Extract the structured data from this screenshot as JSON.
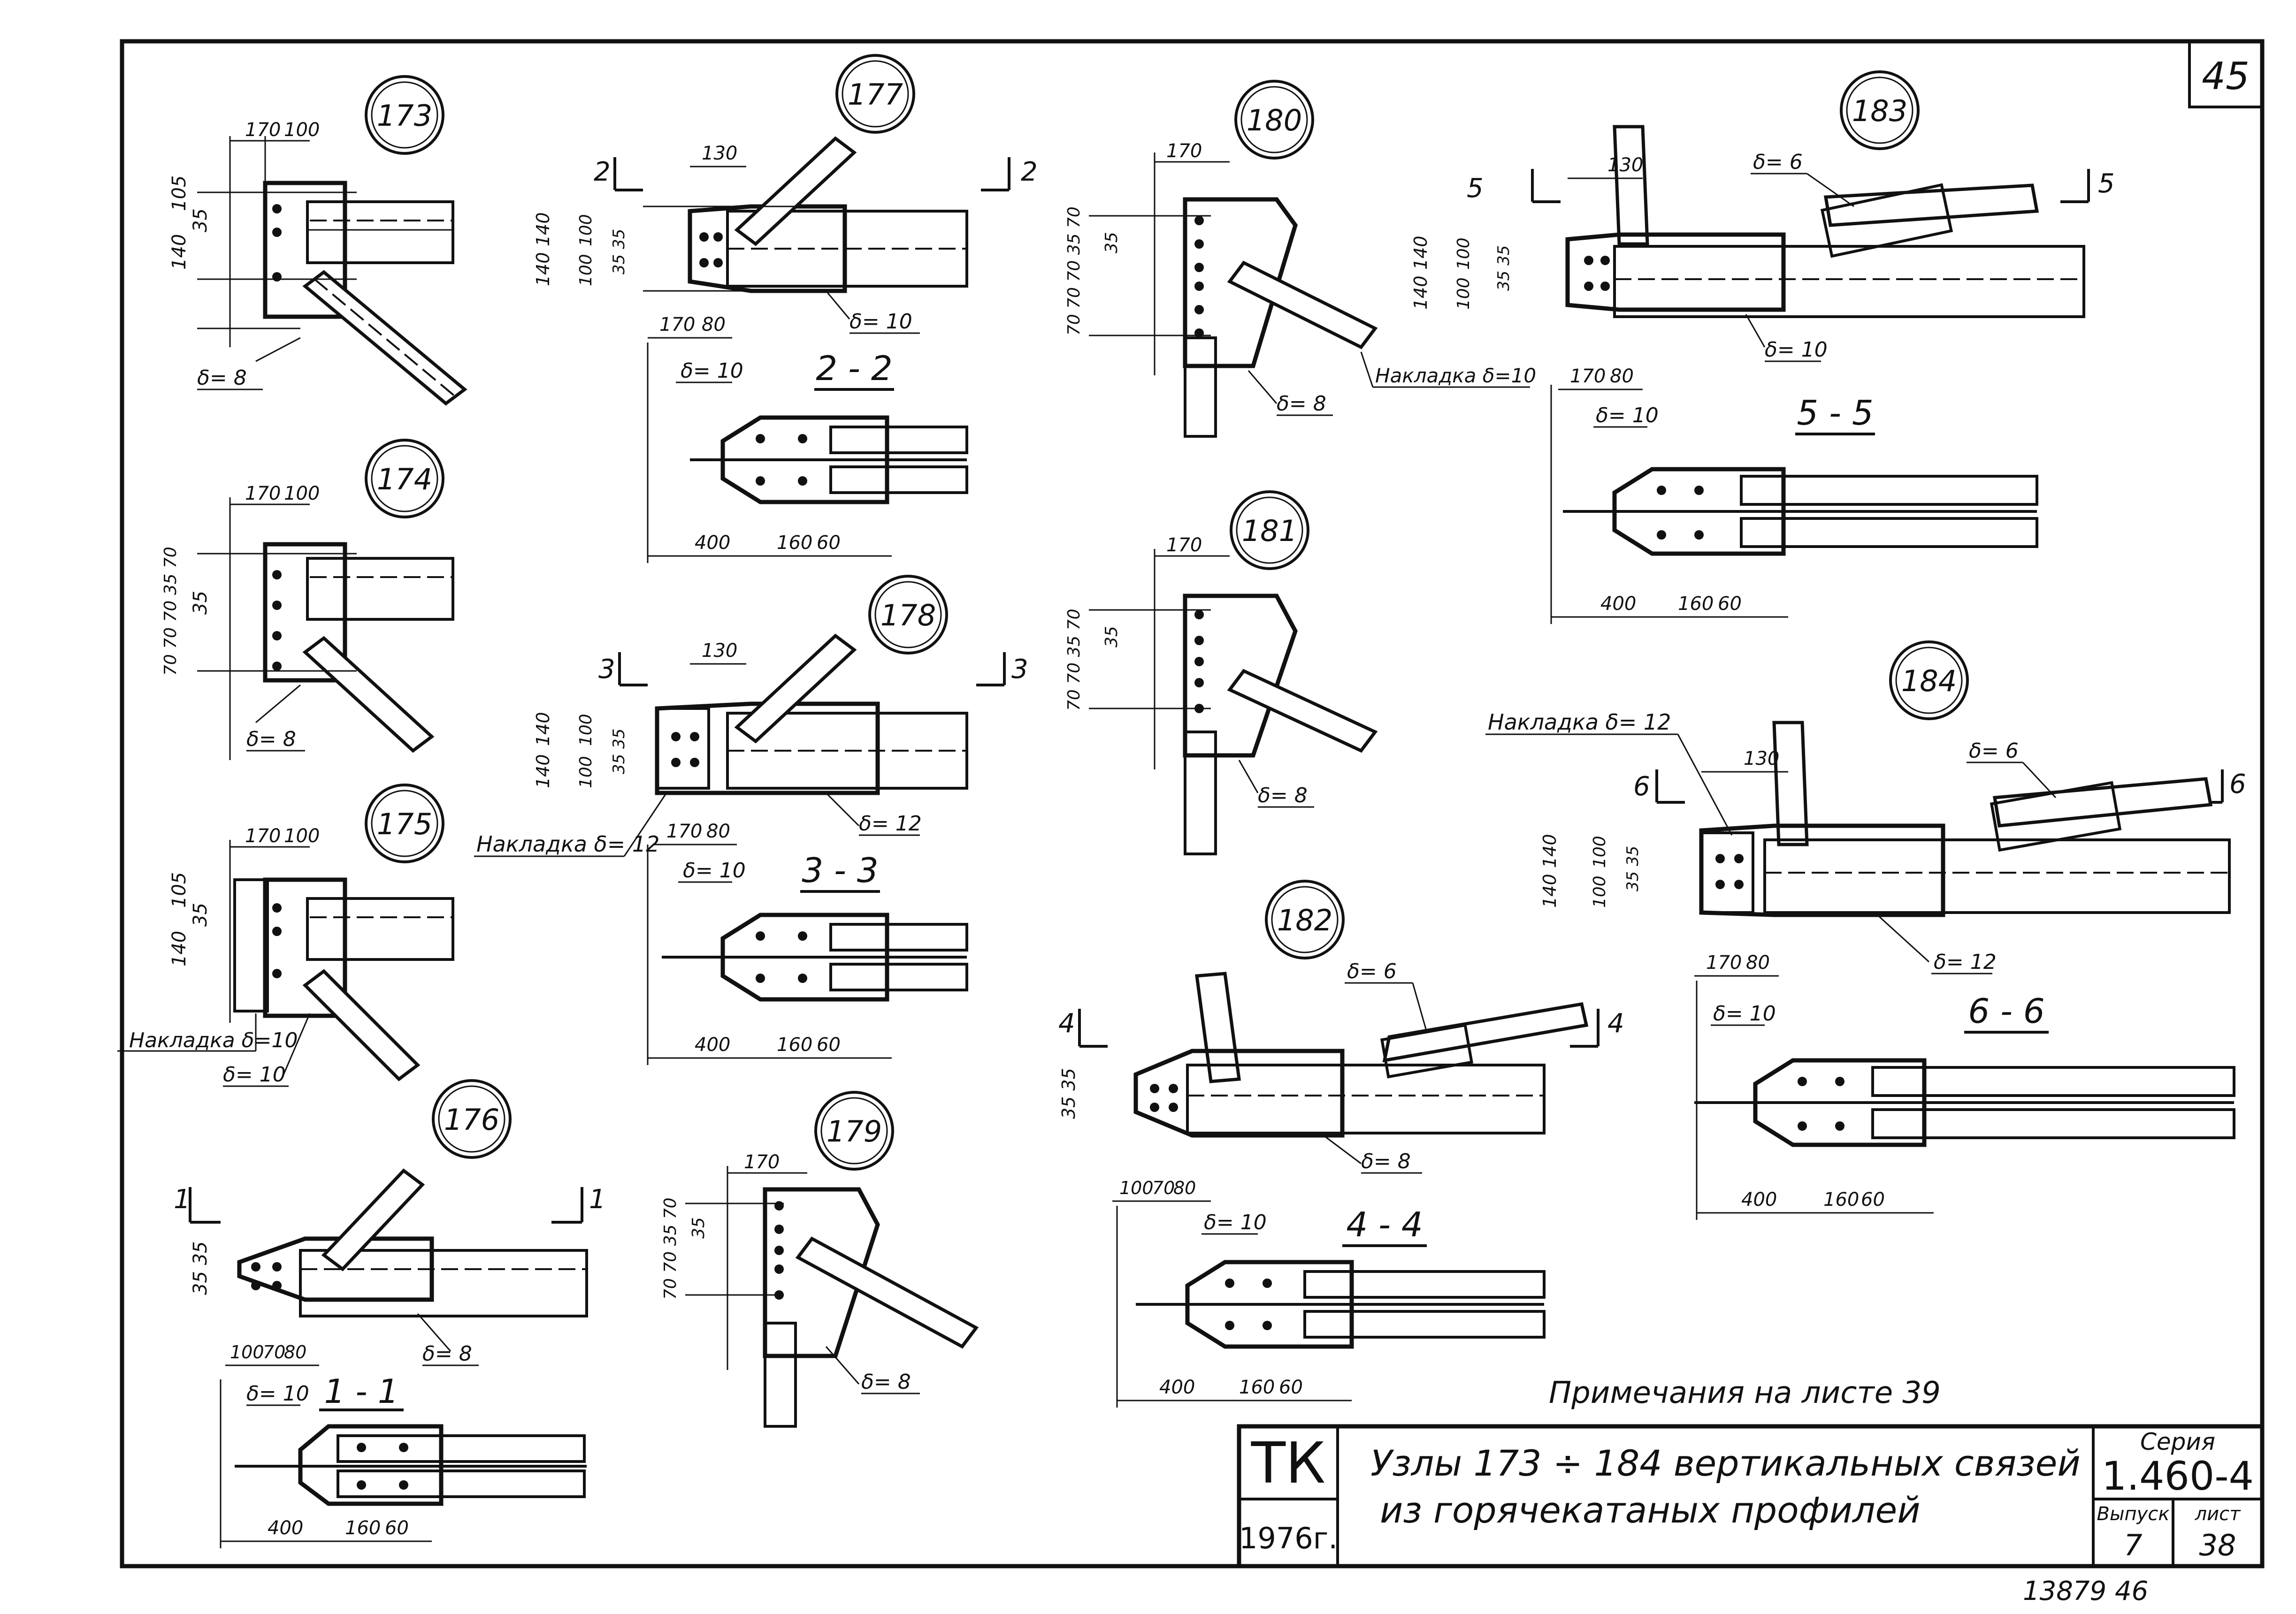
{
  "sheet_number": "45",
  "page_footer": "13879 46",
  "nodes": {
    "n173": {
      "label": "173",
      "delta": "δ= 8",
      "dims": [
        "170",
        "100",
        "105",
        "35",
        "140"
      ]
    },
    "n174": {
      "label": "174",
      "delta": "δ= 8",
      "dims": [
        "170",
        "100",
        "70 70 70 35 70",
        "35"
      ]
    },
    "n175": {
      "label": "175",
      "overlay": "Накладка δ=10",
      "delta": "δ= 10",
      "dims": [
        "170",
        "100",
        "105",
        "35",
        "140"
      ]
    },
    "n176": {
      "label": "176",
      "delta": "δ= 8",
      "dims": [
        "100",
        "70",
        "80",
        "35 35"
      ]
    },
    "n177": {
      "label": "177",
      "delta": "δ= 10",
      "dims": [
        "130",
        "140",
        "140",
        "100",
        "100",
        "35 35",
        "170",
        "80"
      ]
    },
    "n178": {
      "label": "178",
      "overlay": "Накладка δ= 12",
      "delta": "δ= 12",
      "dims": [
        "130",
        "140",
        "140",
        "100",
        "100",
        "35 35",
        "170",
        "80"
      ]
    },
    "n179": {
      "label": "179",
      "delta": "δ= 8",
      "dims": [
        "170",
        "70 70 35 70",
        "35"
      ]
    },
    "n180": {
      "label": "180",
      "overlay": "Накладка δ=10",
      "delta": "δ= 8",
      "dims": [
        "170",
        "70 70 70 35 70",
        "35"
      ]
    },
    "n181": {
      "label": "181",
      "delta": "δ= 8",
      "dims": [
        "170",
        "70 70 35 70",
        "35"
      ]
    },
    "n182": {
      "label": "182",
      "delta_top": "δ= 6",
      "delta": "δ= 8",
      "dims": [
        "35 35",
        "100",
        "70",
        "80"
      ]
    },
    "n183": {
      "label": "183",
      "delta_top": "δ= 6",
      "delta": "δ= 10",
      "dims": [
        "130",
        "140",
        "140",
        "100",
        "100",
        "35 35",
        "170",
        "80"
      ]
    },
    "n184": {
      "label": "184",
      "overlay": "Накладка δ= 12",
      "delta_top": "δ= 6",
      "delta": "δ= 12",
      "dims": [
        "130",
        "140",
        "140",
        "100",
        "100",
        "35 35",
        "170",
        "80"
      ]
    }
  },
  "sections": {
    "s1": {
      "title": "1 - 1",
      "mark": "1",
      "delta": "δ= 10",
      "dims": [
        "400",
        "160",
        "60"
      ]
    },
    "s2": {
      "title": "2 - 2",
      "mark": "2",
      "delta": "δ= 10",
      "dims": [
        "400",
        "160",
        "60"
      ]
    },
    "s3": {
      "title": "3 - 3",
      "mark": "3",
      "delta": "δ= 10",
      "dims": [
        "400",
        "160",
        "60"
      ]
    },
    "s4": {
      "title": "4 - 4",
      "mark": "4",
      "delta": "δ= 10",
      "dims": [
        "400",
        "160",
        "60"
      ]
    },
    "s5": {
      "title": "5 - 5",
      "mark": "5",
      "delta": "δ= 10",
      "dims": [
        "400",
        "160",
        "60"
      ]
    },
    "s6": {
      "title": "6 - 6",
      "mark": "6",
      "delta": "δ= 10",
      "dims": [
        "400",
        "160",
        "60"
      ]
    }
  },
  "note": "Примечания на листе 39",
  "title_block": {
    "org": "ТК",
    "year": "1976г.",
    "title_line1": "Узлы 173 ÷ 184 вертикальных связей",
    "title_line2": "из горячекатаных профилей",
    "series_label": "Серия",
    "series_value": "1.460-4",
    "issue_label": "Выпуск",
    "issue_value": "7",
    "sheet_label": "лист",
    "sheet_value": "38"
  }
}
